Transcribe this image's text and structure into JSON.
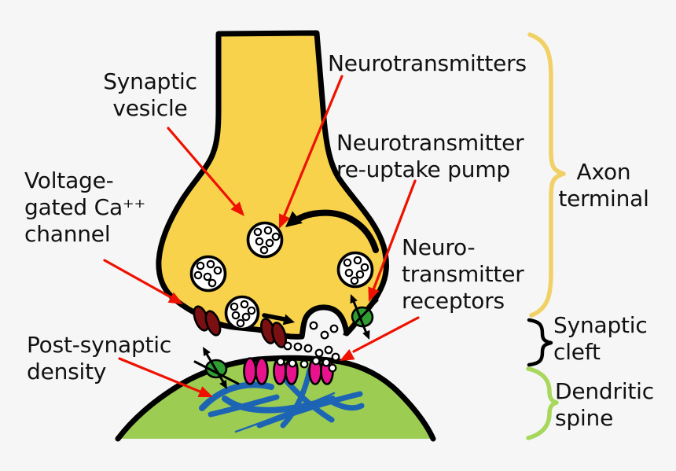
{
  "labels": {
    "synaptic_vesicle": "Synaptic\nvesicle",
    "neurotransmitters": "Neurotransmitters",
    "reuptake_pump": "Neurotransmitter\nre-uptake pump",
    "voltage_gated_channel": "Voltage-\ngated Ca⁺⁺\nchannel",
    "receptors": "Neuro-\ntransmitter\nreceptors",
    "post_synaptic_density": "Post-synaptic\ndensity",
    "axon_terminal": "Axon\nterminal",
    "synaptic_cleft": "Synaptic\ncleft",
    "dendritic_spine": "Dendritic\nspine"
  },
  "colors": {
    "background": "#f6f6f6",
    "outline": "#000000",
    "axon_fill": "#f8d24b",
    "spine_fill": "#9ccd52",
    "vesicle_fill": "#ffffff",
    "channel_fill": "#7a1012",
    "receptor_fill": "#e9128d",
    "pump_fill": "#2f9e33",
    "density_stroke": "#1d64b5",
    "arrow_red": "#ee1100",
    "brace_axon_terminal": "#f1d166",
    "brace_synaptic_cleft": "#000000",
    "brace_dendritic_spine": "#a7d85c"
  }
}
